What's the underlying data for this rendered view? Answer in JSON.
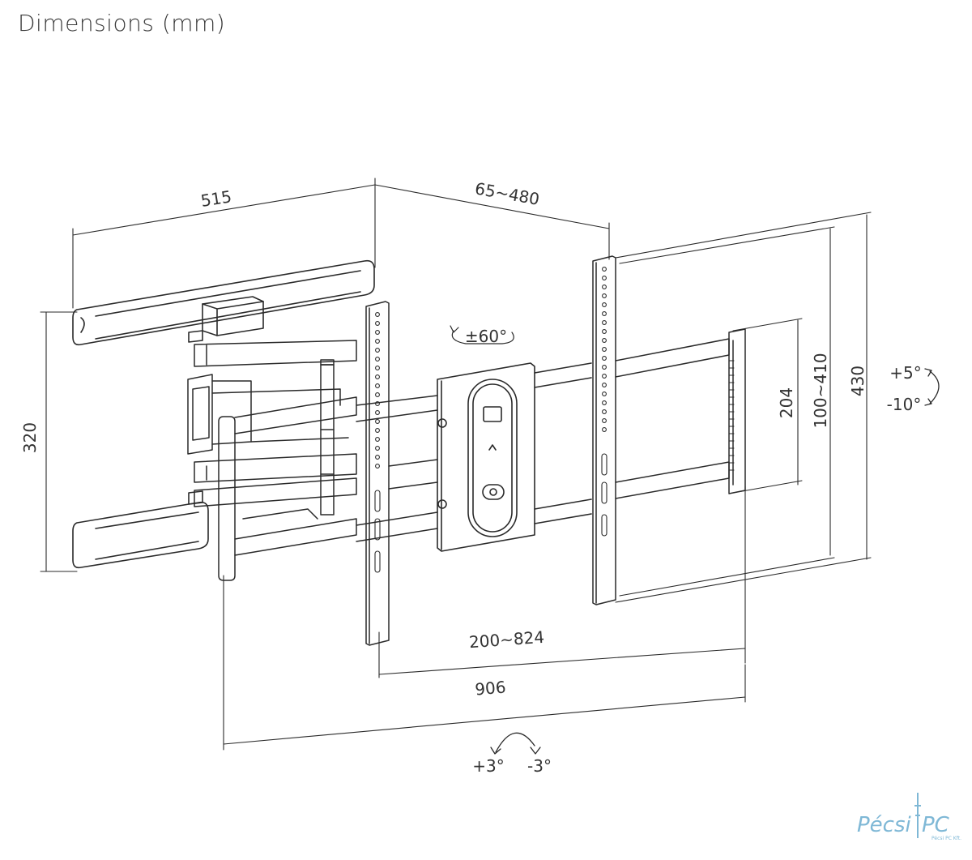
{
  "title": "Dimensions (mm)",
  "dimensions": {
    "arm_depth": "515",
    "wall_distance": "65~480",
    "wall_plate_height": "320",
    "vesa_horizontal": "200~824",
    "total_width": "906",
    "plate_height_inner": "204",
    "vesa_vertical": "100~410",
    "bracket_height": "430"
  },
  "angles": {
    "swivel": "±60°",
    "tilt_up": "+5°",
    "tilt_down": "-10°",
    "level_plus": "+3°",
    "level_minus": "-3°"
  },
  "watermark": {
    "brand_left": "Pécsi",
    "brand_right": "PC",
    "brand_sub": "Pécsi PC Kft."
  },
  "colors": {
    "line": "#2a2a2a",
    "text": "#333333",
    "logo": "#7fb8d6"
  }
}
